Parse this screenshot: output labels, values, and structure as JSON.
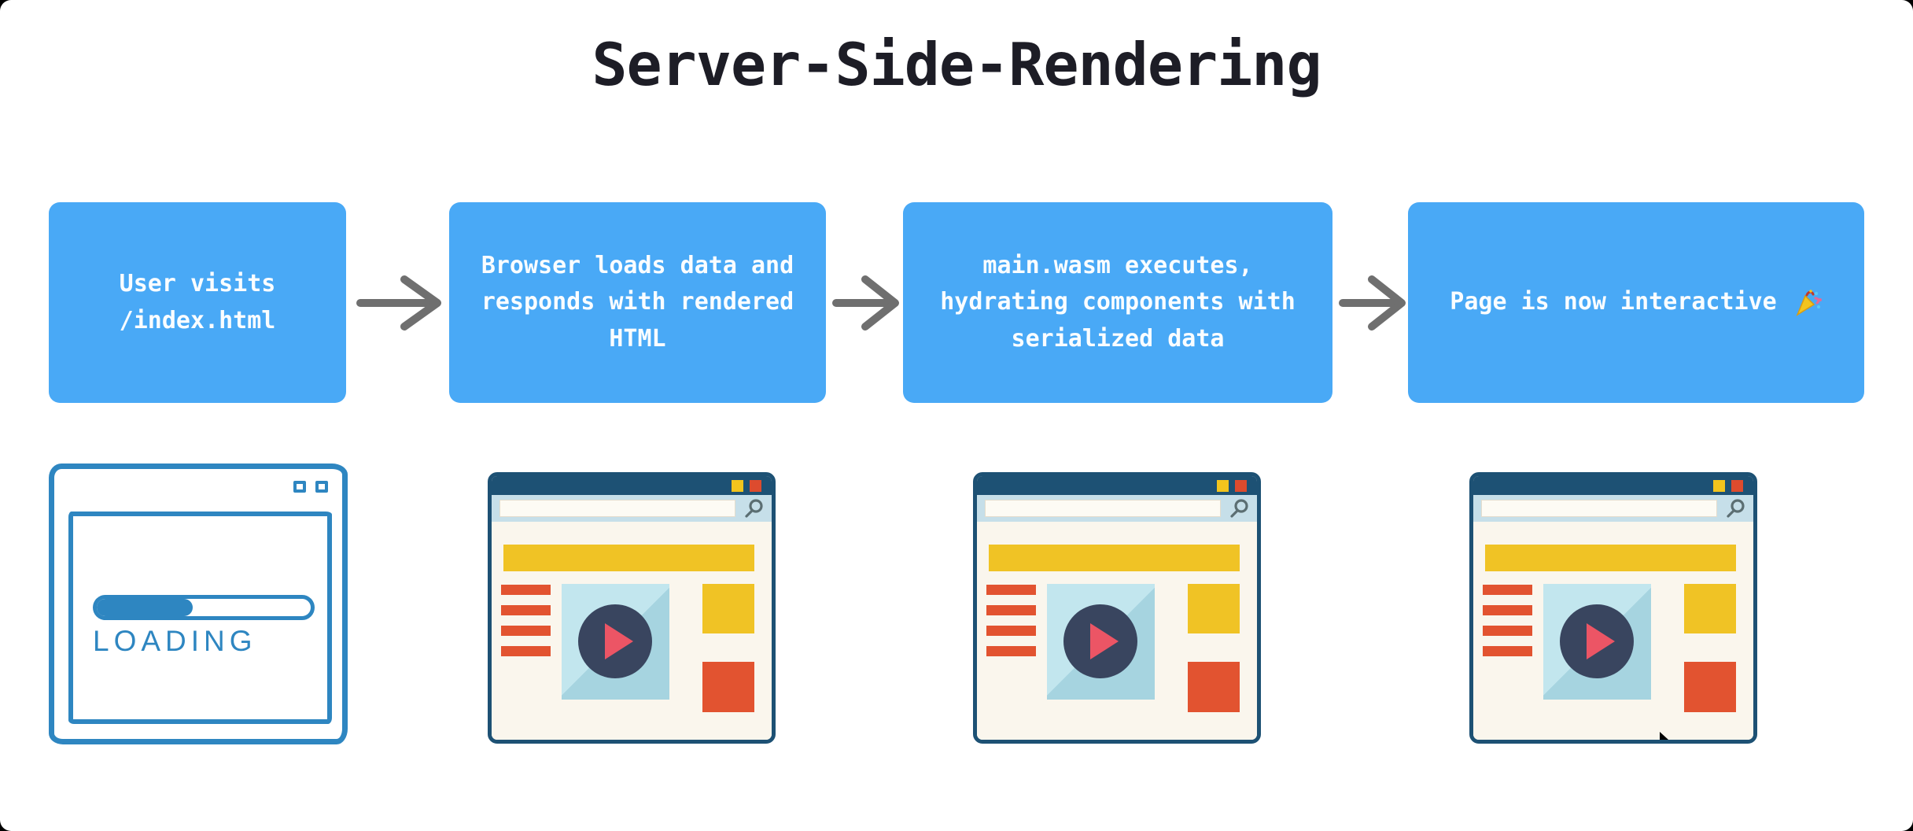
{
  "page": {
    "title": "Server-Side-Rendering",
    "background": "#ffffff"
  },
  "flow": {
    "box_color": "#49a9f6",
    "text_color": "#ffffff",
    "arrow_color": "#6f6f6f",
    "steps": [
      {
        "label": "User visits /index.html"
      },
      {
        "label": "Browser loads data and responds with rendered HTML"
      },
      {
        "label": "main.wasm executes, hydrating components with serialized data"
      },
      {
        "label": "Page is now interactive",
        "emoji": "🎉"
      }
    ]
  },
  "illustrations": {
    "loading_browser": {
      "label": "LOADING",
      "progress_percent": 45,
      "stroke_color": "#2e86c1",
      "window_buttons": 2
    },
    "rendered_browser": {
      "titlebar_color": "#1d5174",
      "button_colors": [
        "#f2c41d",
        "#dd4b2e"
      ],
      "addressbar_color": "#c6dfe9",
      "content_color": "#faf6ed",
      "banner_color": "#f0c325",
      "text_bar_color": "#e25330",
      "video_bg_color": "#a6d4e0",
      "play_circle_color": "#39455f",
      "play_triangle_color": "#ec5565",
      "search_icon": "magnifier",
      "text_bars_count": 4
    },
    "cursor": {
      "icon": "black-arrow-cursor"
    }
  }
}
